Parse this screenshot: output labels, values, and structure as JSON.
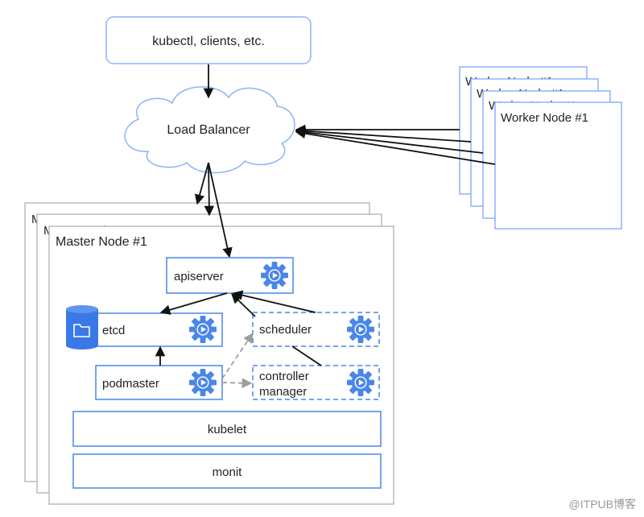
{
  "client_box": {
    "label": "kubectl, clients, etc."
  },
  "load_balancer": {
    "label": "Load Balancer"
  },
  "worker_nodes": {
    "stack_label": "Worker Node #1"
  },
  "master_nodes": {
    "stack_label": "Master Node #1"
  },
  "components": {
    "apiserver": "apiserver",
    "etcd": "etcd",
    "scheduler": "scheduler",
    "podmaster": "podmaster",
    "controller_manager_line1": "controller",
    "controller_manager_line2": "manager",
    "kubelet": "kubelet",
    "monit": "monit"
  },
  "watermark": "@ITPUB博客",
  "colors": {
    "blue": "#4a86e8",
    "light_blue": "#8ab4f8",
    "dashed_gray": "#9e9e9e",
    "text": "#222222"
  },
  "icons": {
    "gear": "gear-play-icon",
    "database": "database-folder-icon",
    "cloud": "cloud-shape"
  }
}
